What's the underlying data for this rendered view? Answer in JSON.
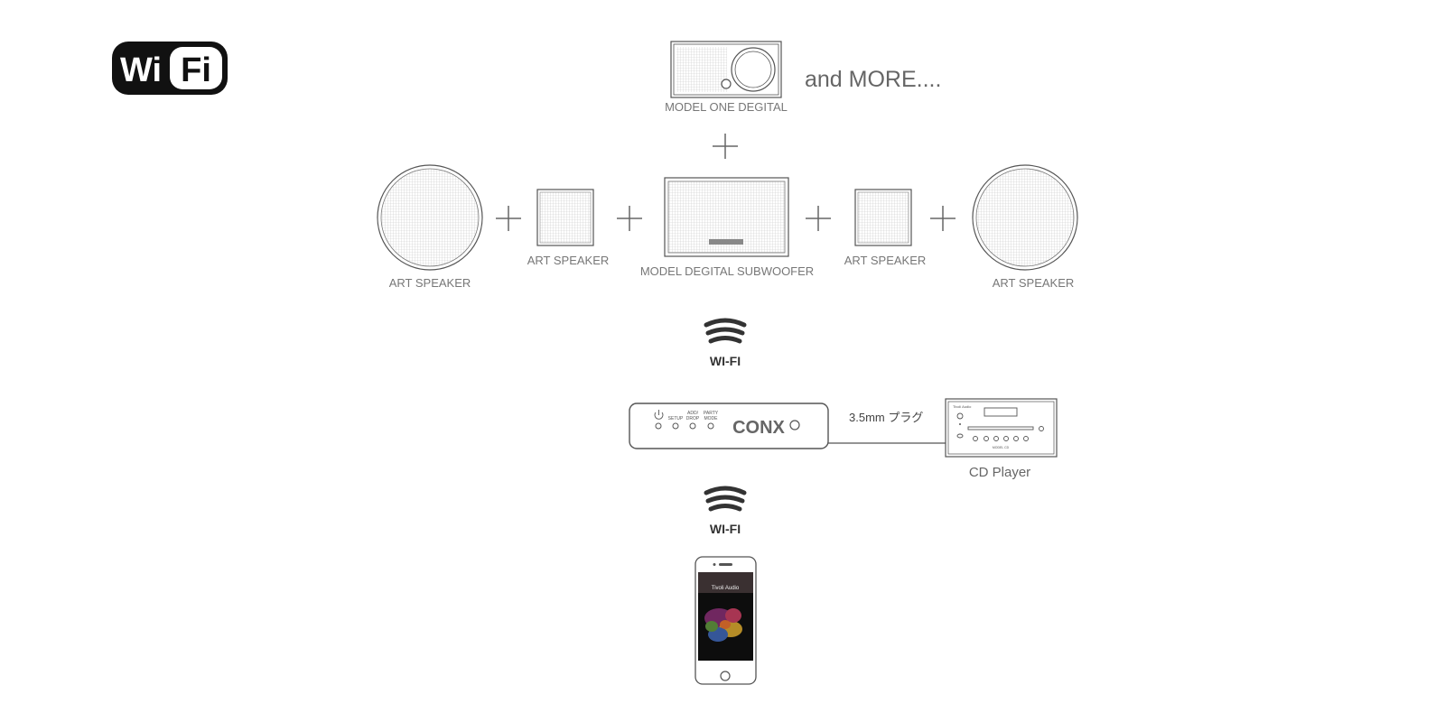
{
  "logo": {
    "text_left": "Wi",
    "text_right": "Fi"
  },
  "top": {
    "device_label": "MODEL ONE DEGITAL",
    "more_text": "and MORE...."
  },
  "speakers": {
    "left_round": "ART SPEAKER",
    "left_square": "ART SPEAKER",
    "subwoofer": "MODEL DEGITAL SUBWOOFER",
    "right_square": "ART SPEAKER",
    "right_round": "ART SPEAKER"
  },
  "wifi_label_1": "WI-FI",
  "conx": {
    "brand": "CONX",
    "buttons": [
      "SETUP",
      "ADD/\nDROP",
      "PARTY\nMODE"
    ]
  },
  "cable_label": "3.5mm プラグ",
  "cd_player": {
    "label": "CD Player",
    "brand": "Tivoli Audio",
    "model": "MODEL CD"
  },
  "wifi_label_2": "WI-FI",
  "phone": {
    "app_title": "Tivoli Audio"
  },
  "colors": {
    "line": "#555555",
    "text": "#777777",
    "dark": "#333333"
  }
}
